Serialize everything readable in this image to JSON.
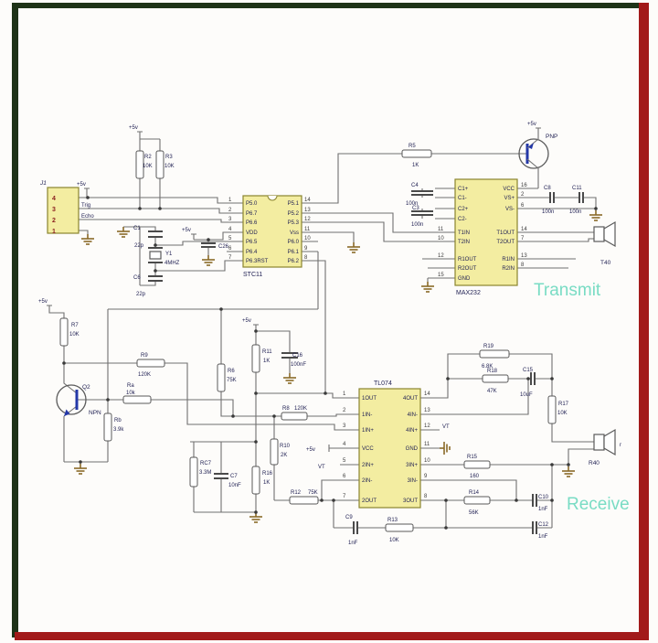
{
  "labels": {
    "transmit": "Transmit",
    "receive": "Receive",
    "vt": "VT",
    "power": "+5v",
    "trig": "Trig",
    "echo": "Echo",
    "pnp": "PNP",
    "npn": "NPN",
    "q2": "Q2",
    "t40": "T40",
    "r40": "R40",
    "small_r": "r"
  },
  "connector": {
    "name": "J1",
    "pins": [
      "4",
      "3",
      "2",
      "1"
    ]
  },
  "ics": {
    "stc11": {
      "name": "STC11",
      "left_pins": [
        {
          "num": "1",
          "label": "P5.0"
        },
        {
          "num": "2",
          "label": "P6.7"
        },
        {
          "num": "3",
          "label": "P6.6"
        },
        {
          "num": "4",
          "label": "VDD"
        },
        {
          "num": "5",
          "label": "P6.5"
        },
        {
          "num": "6",
          "label": "P6.4"
        },
        {
          "num": "7",
          "label": "P6.3RST"
        }
      ],
      "right_pins": [
        {
          "num": "14",
          "label": "P5.1"
        },
        {
          "num": "13",
          "label": "P5.2"
        },
        {
          "num": "12",
          "label": "P5.3"
        },
        {
          "num": "11",
          "label": "Vss"
        },
        {
          "num": "10",
          "label": "P6.0"
        },
        {
          "num": "9",
          "label": "P6.1"
        },
        {
          "num": "8",
          "label": "P6.2"
        }
      ]
    },
    "max232": {
      "name": "MAX232",
      "left_pins": [
        {
          "num": "",
          "label": "C1+"
        },
        {
          "num": "",
          "label": "C1-"
        },
        {
          "num": "",
          "label": "C2+"
        },
        {
          "num": "",
          "label": "C2-"
        },
        {
          "num": "11",
          "label": "T1IN"
        },
        {
          "num": "10",
          "label": "T2IN"
        },
        {
          "num": "12",
          "label": "R1OUT"
        },
        {
          "num": "",
          "label": "R2OUT"
        },
        {
          "num": "15",
          "label": "GND"
        }
      ],
      "right_pins": [
        {
          "num": "16",
          "label": "VCC"
        },
        {
          "num": "2",
          "label": "VS+"
        },
        {
          "num": "6",
          "label": "VS-"
        },
        {
          "num": "14",
          "label": "T1OUT"
        },
        {
          "num": "7",
          "label": "T2OUT"
        },
        {
          "num": "13",
          "label": "R1IN"
        },
        {
          "num": "8",
          "label": "R2IN"
        }
      ]
    },
    "tl074": {
      "name": "TL074",
      "left_pins": [
        {
          "num": "1",
          "label": "1OUT"
        },
        {
          "num": "2",
          "label": "1IN-"
        },
        {
          "num": "3",
          "label": "1IN+"
        },
        {
          "num": "4",
          "label": "VCC"
        },
        {
          "num": "5",
          "label": "2IN+"
        },
        {
          "num": "6",
          "label": "2IN-"
        },
        {
          "num": "7",
          "label": "2OUT"
        }
      ],
      "right_pins": [
        {
          "num": "14",
          "label": "4OUT"
        },
        {
          "num": "13",
          "label": "4IN-"
        },
        {
          "num": "12",
          "label": "4IN+"
        },
        {
          "num": "11",
          "label": "GND"
        },
        {
          "num": "10",
          "label": "3IN+"
        },
        {
          "num": "9",
          "label": "3IN-"
        },
        {
          "num": "8",
          "label": "3OUT"
        }
      ]
    }
  },
  "resistors": {
    "r2": {
      "ref": "R2",
      "value": "10K"
    },
    "r3": {
      "ref": "R3",
      "value": "10K"
    },
    "r5": {
      "ref": "R5",
      "value": "1K"
    },
    "r6": {
      "ref": "R6",
      "value": "75K"
    },
    "r7": {
      "ref": "R7",
      "value": "10K"
    },
    "r8": {
      "ref": "R8",
      "value": "120K"
    },
    "r9": {
      "ref": "R9",
      "value": "120K"
    },
    "r10": {
      "ref": "R10",
      "value": "2K"
    },
    "r11": {
      "ref": "R11",
      "value": "1K"
    },
    "r12": {
      "ref": "R12",
      "value": "75K"
    },
    "r13": {
      "ref": "R13",
      "value": "10K"
    },
    "r14": {
      "ref": "R14",
      "value": "56K"
    },
    "r15": {
      "ref": "R15",
      "value": "160"
    },
    "r16": {
      "ref": "R16",
      "value": "1K"
    },
    "r17": {
      "ref": "R17",
      "value": "10K"
    },
    "r18": {
      "ref": "R18",
      "value": "47K"
    },
    "r19": {
      "ref": "R19",
      "value": "6.8K"
    },
    "ra": {
      "ref": "Ra",
      "value": "10k"
    },
    "rb": {
      "ref": "Rb",
      "value": "3.9k"
    },
    "rc7": {
      "ref": "RC7",
      "value": "3.3M"
    }
  },
  "capacitors": {
    "c1": {
      "ref": "C1",
      "value": "22p"
    },
    "c3": {
      "ref": "C3",
      "value": "100n"
    },
    "c4": {
      "ref": "C4",
      "value": "100n"
    },
    "c6": {
      "ref": "C6",
      "value": "22p"
    },
    "c7": {
      "ref": "C7",
      "value": "10nF"
    },
    "c8": {
      "ref": "C8",
      "value": "100n"
    },
    "c9": {
      "ref": "C9",
      "value": "1nF"
    },
    "c10": {
      "ref": "C10",
      "value": "1nF"
    },
    "c11": {
      "ref": "C11",
      "value": "100n"
    },
    "c12": {
      "ref": "C12",
      "value": "1nF"
    },
    "c15": {
      "ref": "C15",
      "value": "10uF"
    },
    "c16": {
      "ref": "C16",
      "value": "100nF"
    },
    "c26": {
      "ref": "C26",
      "value": ""
    }
  },
  "crystal": {
    "ref": "Y1",
    "value": "4MHZ"
  },
  "colors": {
    "ic_fill": "#f3eda1",
    "ic_stroke": "#8a8530",
    "wire": "#707070",
    "ground": "#8a6a28",
    "transistor_blue": "#2438a8",
    "teal_label": "#79dbc4",
    "border_green": "#1e3318",
    "border_red": "#a21a1a",
    "pin_number_red": "#8b2020",
    "text": "#232355"
  }
}
